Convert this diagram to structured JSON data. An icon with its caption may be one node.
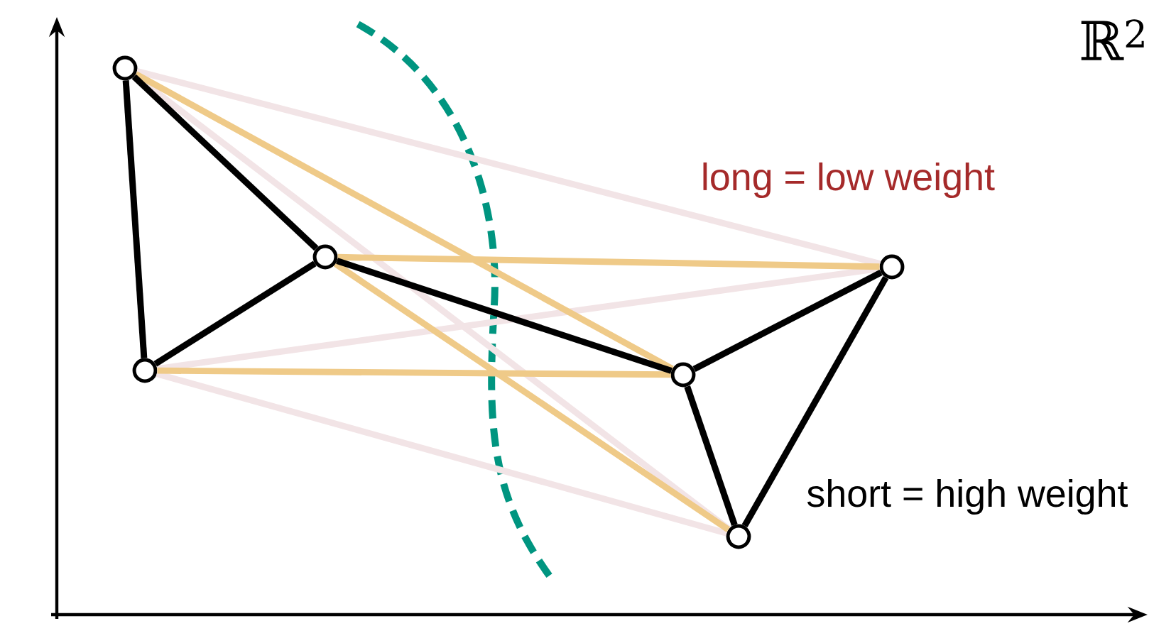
{
  "diagram": {
    "nodes": [
      {
        "text": [],
        "shape": "circle"
      },
      {
        "text": [],
        "shape": "circle"
      },
      {
        "text": [],
        "shape": "circle"
      },
      {
        "text": [],
        "shape": "circle"
      },
      {
        "text": [],
        "shape": "circle"
      },
      {
        "text": [],
        "shape": "circle"
      }
    ],
    "edges": [
      {
        "from": 0,
        "to": 4,
        "arrow": "none",
        "color": "#f2e4e6"
      },
      {
        "from": 0,
        "to": 5,
        "arrow": "none",
        "color": "#f2e4e6"
      },
      {
        "from": 2,
        "to": 4,
        "arrow": "none",
        "color": "#f2e4e6"
      },
      {
        "from": 2,
        "to": 5,
        "arrow": "none",
        "color": "#f2e4e6"
      },
      {
        "from": 0,
        "to": 3,
        "arrow": "none",
        "color": "#efca88"
      },
      {
        "from": 1,
        "to": 4,
        "arrow": "none",
        "color": "#efca88"
      },
      {
        "from": 1,
        "to": 5,
        "arrow": "none",
        "color": "#efca88"
      },
      {
        "from": 2,
        "to": 3,
        "arrow": "none",
        "color": "#efca88"
      },
      {
        "from": 0,
        "to": 1,
        "arrow": "none"
      },
      {
        "from": 0,
        "to": 2,
        "arrow": "none"
      },
      {
        "from": 1,
        "to": 2,
        "arrow": "none"
      },
      {
        "from": 1,
        "to": 3,
        "arrow": "none"
      },
      {
        "from": 3,
        "to": 4,
        "arrow": "none"
      },
      {
        "from": 3,
        "to": 5,
        "arrow": "none"
      },
      {
        "from": 4,
        "to": 5,
        "arrow": "none"
      }
    ],
    "labels": [
      "ℝ$^{2}$",
      "long = low weight",
      "short = high weight"
    ]
  }
}
